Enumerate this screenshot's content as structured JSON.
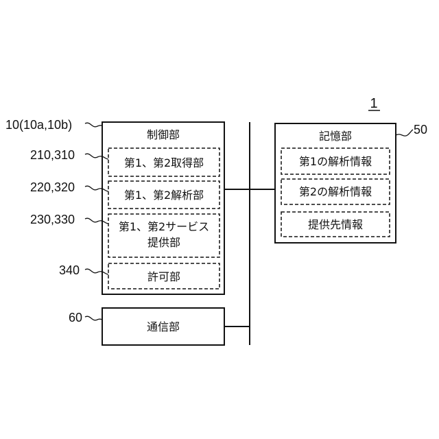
{
  "figure_number": "1",
  "control_unit": {
    "ref": "10(10a,10b)",
    "label": "制御部",
    "sub_units": [
      {
        "ref": "210,310",
        "label": "第1、第2取得部"
      },
      {
        "ref": "220,320",
        "label": "第1、第2解析部"
      },
      {
        "ref": "230,330",
        "label_line1": "第1、第2サービス",
        "label_line2": "提供部"
      },
      {
        "ref": "340",
        "label": "許可部"
      }
    ]
  },
  "communication_unit": {
    "ref": "60",
    "label": "通信部"
  },
  "storage_unit": {
    "ref": "50",
    "label": "記憶部",
    "items": [
      {
        "label": "第1の解析情報"
      },
      {
        "label": "第2の解析情報"
      },
      {
        "label": "提供先情報"
      }
    ]
  }
}
